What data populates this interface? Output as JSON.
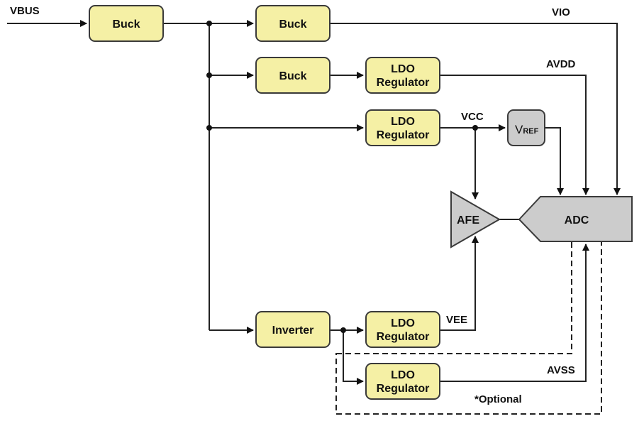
{
  "diagram": {
    "title": "Power tree block diagram",
    "input_label": "VBUS",
    "blocks": {
      "buck_main": "Buck",
      "buck_vio": "Buck",
      "buck_avdd": "Buck",
      "ldo_avdd": [
        "LDO",
        "Regulator"
      ],
      "ldo_vcc": [
        "LDO",
        "Regulator"
      ],
      "vref": {
        "main": "V",
        "sub": "REF"
      },
      "afe": "AFE",
      "adc": "ADC",
      "inverter": "Inverter",
      "ldo_vee": [
        "LDO",
        "Regulator"
      ],
      "ldo_avss": [
        "LDO",
        "Regulator"
      ]
    },
    "rails": {
      "vio": "VIO",
      "avdd": "AVDD",
      "vcc": "VCC",
      "vee": "VEE",
      "avss": "AVSS"
    },
    "optional_note": "*Optional",
    "colors": {
      "block_fill": "#f5f0a5",
      "analog_fill": "#cccccc",
      "line": "#222222"
    }
  }
}
